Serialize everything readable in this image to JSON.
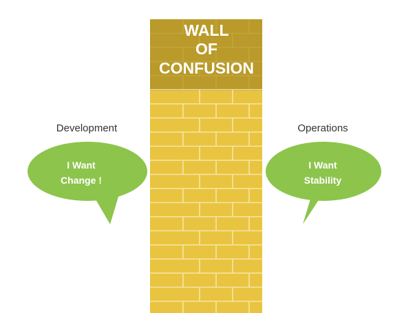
{
  "wall": {
    "title_lines": [
      "WALL",
      "OF",
      "CONFUSION"
    ],
    "brick_color": "#e9c440",
    "header_color": "#b99a2a",
    "mortar_color": "#f6e6a6"
  },
  "development": {
    "label": "Development",
    "bubble_lines": [
      "I Want",
      "Change !"
    ]
  },
  "operations": {
    "label": "Operations",
    "bubble_lines": [
      "I Want",
      "Stability"
    ]
  },
  "bubble_color": "#8dc44c"
}
